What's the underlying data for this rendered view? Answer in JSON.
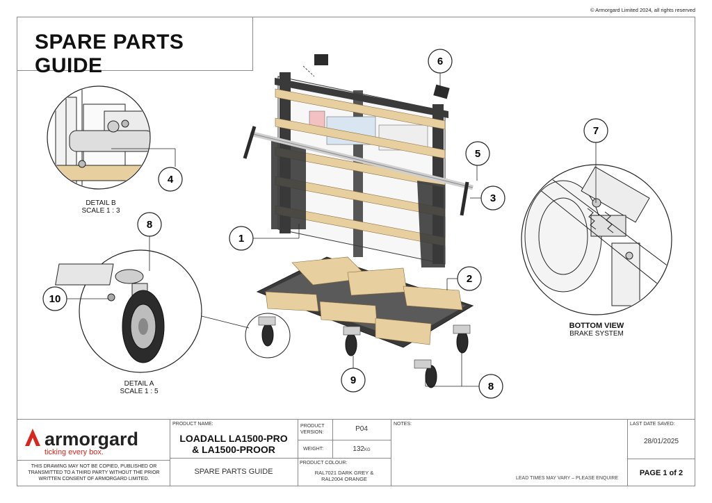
{
  "copyright": "© Armorgard Limited 2024, all rights reserved",
  "title": "SPARE PARTS GUIDE",
  "callouts": [
    "1",
    "2",
    "3",
    "4",
    "5",
    "6",
    "7",
    "8",
    "8",
    "9",
    "10"
  ],
  "details": {
    "detail_b": {
      "line1": "DETAIL B",
      "line2": "SCALE 1 : 3"
    },
    "detail_a": {
      "line1": "DETAIL A",
      "line2": "SCALE 1 : 5"
    },
    "bottom_view": {
      "line1": "BOTTOM VIEW",
      "line2": "BRAKE SYSTEM"
    }
  },
  "colors": {
    "brand_red": "#d7261e",
    "board": "#e8cfa0",
    "frame": "#3a3a3a"
  },
  "logo": {
    "name": "armorgard",
    "tagline": "ticking every box."
  },
  "disclaimer": "THIS DRAWING MAY NOT BE COPIED, PUBLISHED OR TRANSMITTED TO A THIRD PARTY WITHOUT THE PRIOR WRITTEN CONSENT OF ARMORGARD LIMITED.",
  "product_name_label": "PRODUCT NAME:",
  "product_name_line1": "LOADALL  LA1500-PRO",
  "product_name_line2": "& LA1500-PROOR",
  "doc_type": "SPARE PARTS GUIDE",
  "product_version_label": "PRODUCT VERSION:",
  "product_version": "P04",
  "weight_label": "WEIGHT:",
  "weight_value": "132",
  "weight_unit": "KG",
  "product_colour_label": "PRODUCT COLOUR:",
  "product_colour_line1": "RAL7021  DARK GREY &",
  "product_colour_line2": "RAL2004  ORANGE",
  "notes_label": "NOTES:",
  "lead_times": "LEAD TIMES MAY VARY – PLEASE ENQUIRE",
  "last_saved_label": "LAST DATE SAVED:",
  "last_saved": "28/01/2025",
  "page_label": "PAGE 1 of 2"
}
